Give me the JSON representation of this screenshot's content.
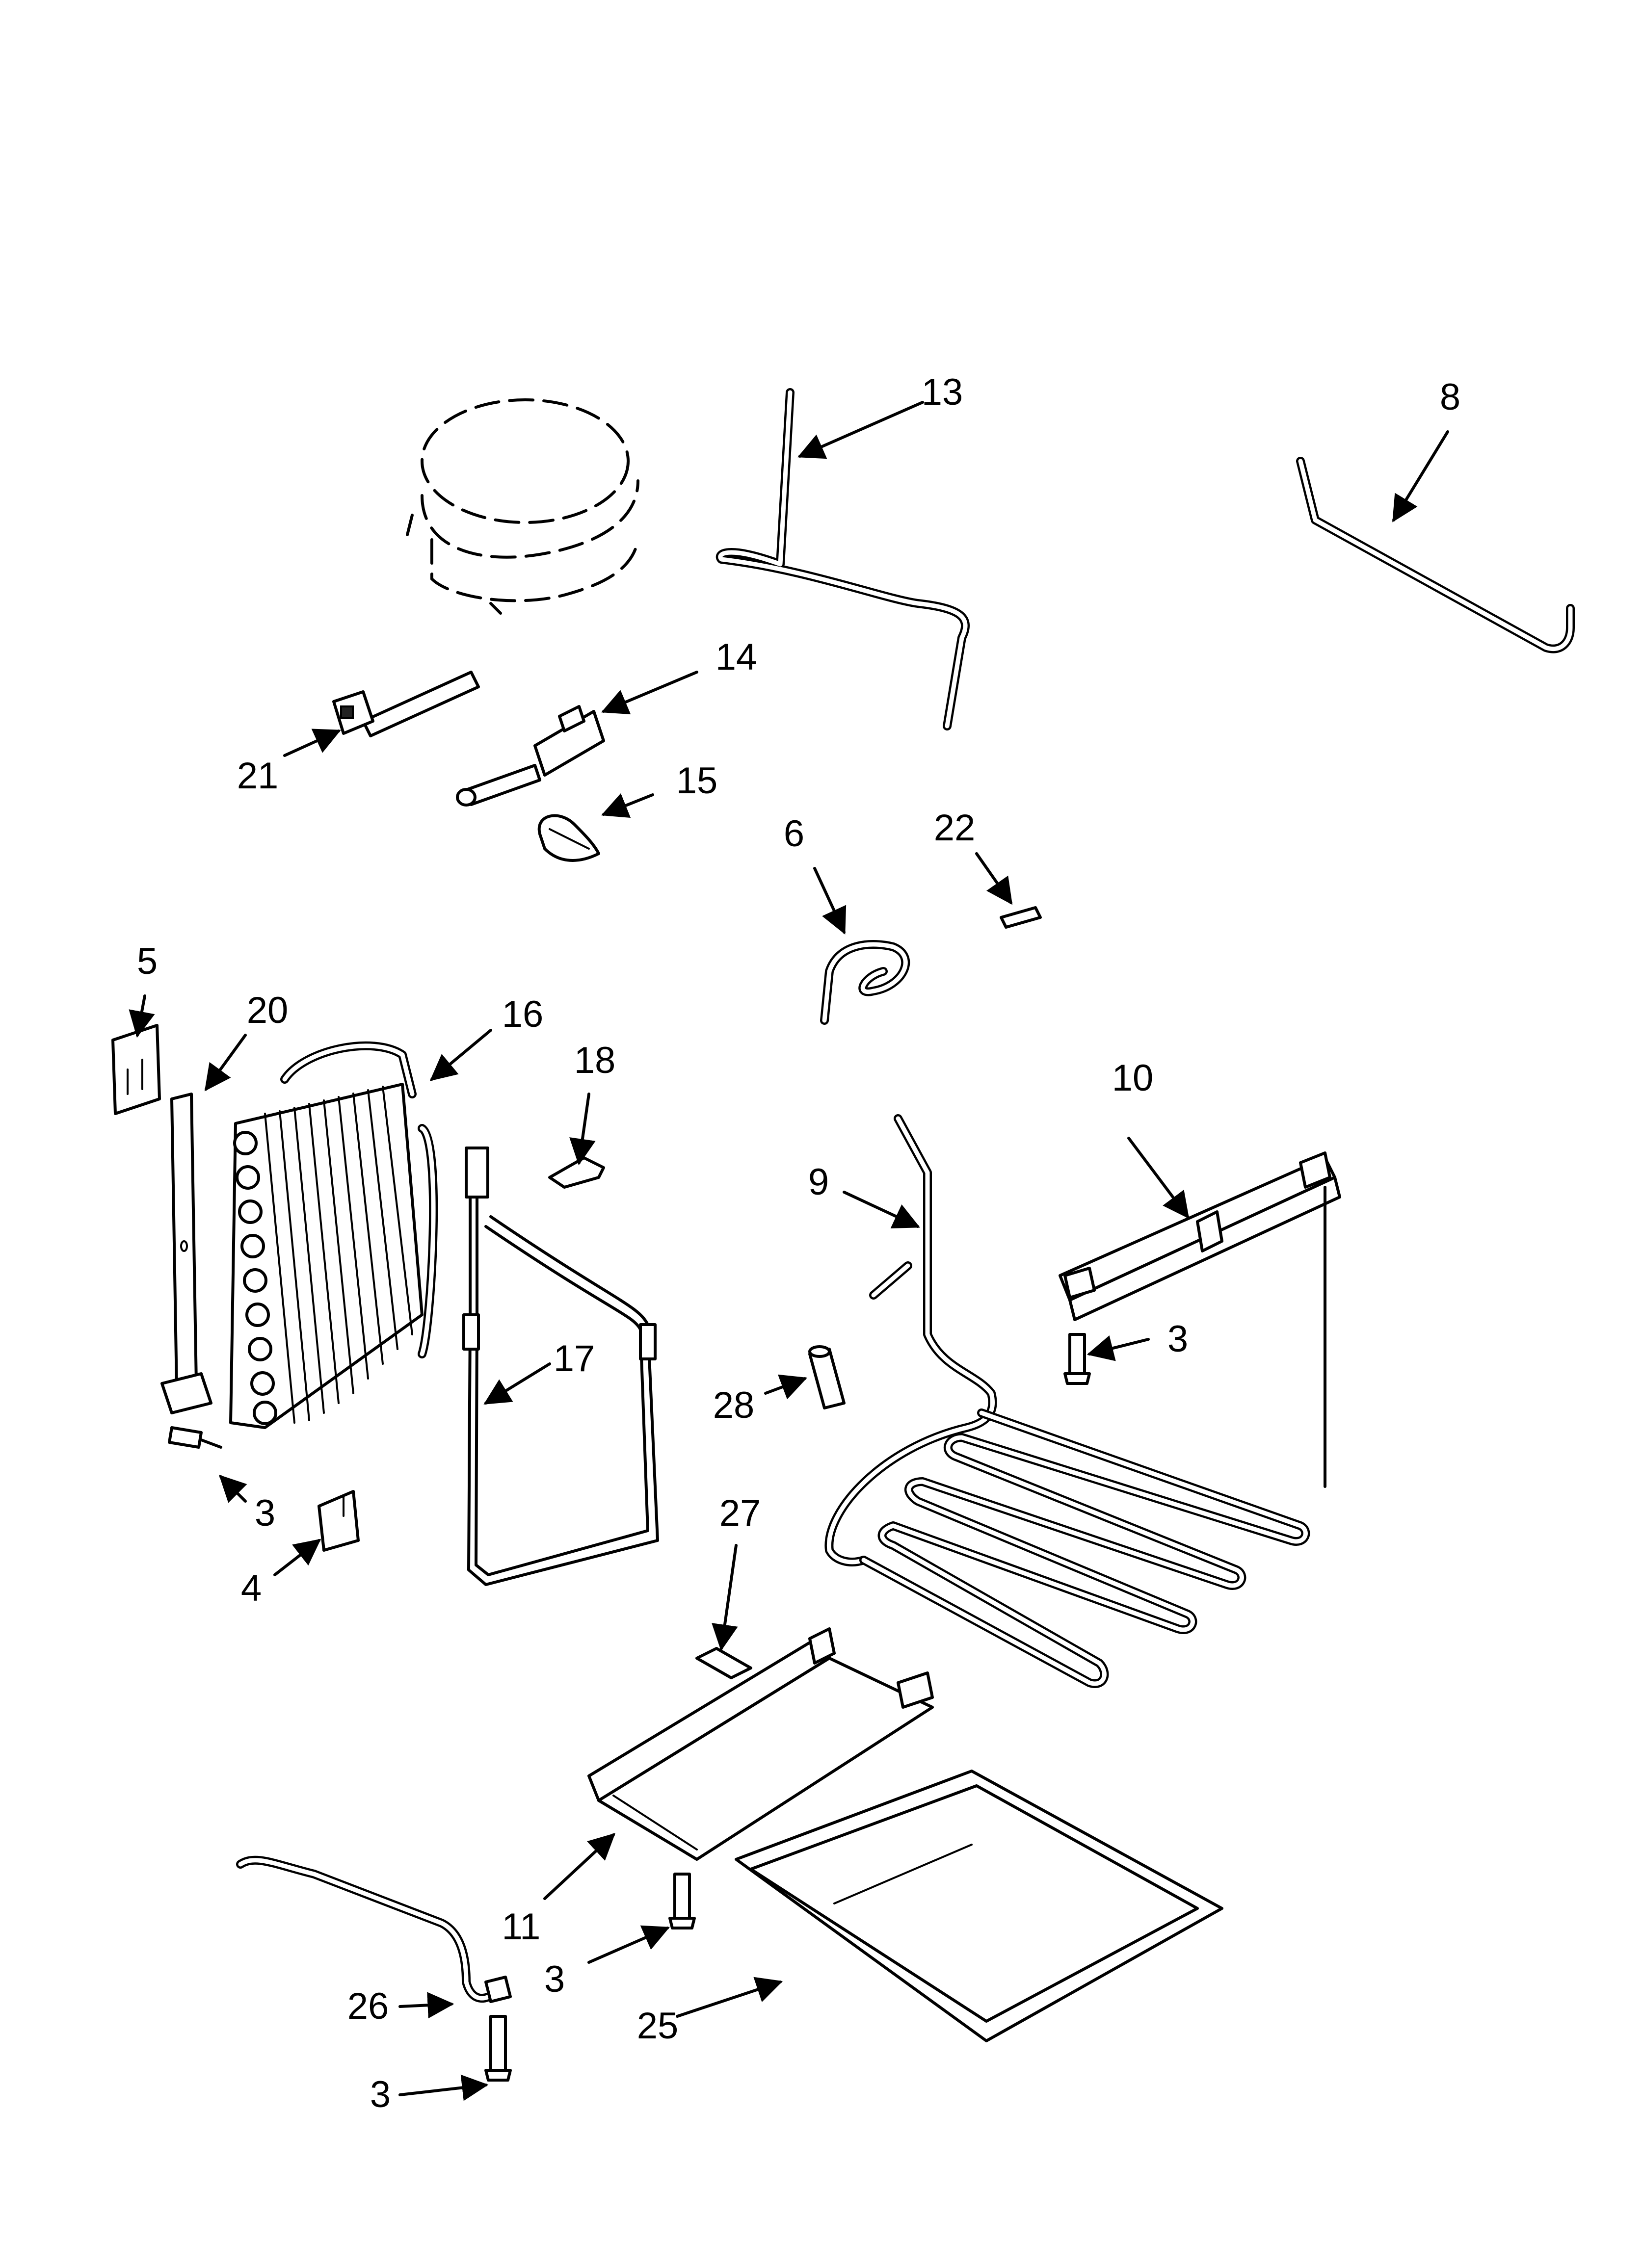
{
  "callouts": [
    {
      "id": "13",
      "label": "13"
    },
    {
      "id": "8",
      "label": "8"
    },
    {
      "id": "14",
      "label": "14"
    },
    {
      "id": "21",
      "label": "21"
    },
    {
      "id": "15",
      "label": "15"
    },
    {
      "id": "6",
      "label": "6"
    },
    {
      "id": "22",
      "label": "22"
    },
    {
      "id": "5",
      "label": "5"
    },
    {
      "id": "20",
      "label": "20"
    },
    {
      "id": "16",
      "label": "16"
    },
    {
      "id": "18",
      "label": "18"
    },
    {
      "id": "10",
      "label": "10"
    },
    {
      "id": "9",
      "label": "9"
    },
    {
      "id": "17",
      "label": "17"
    },
    {
      "id": "3a",
      "label": "3"
    },
    {
      "id": "28",
      "label": "28"
    },
    {
      "id": "3b",
      "label": "3"
    },
    {
      "id": "4",
      "label": "4"
    },
    {
      "id": "27",
      "label": "27"
    },
    {
      "id": "11",
      "label": "11"
    },
    {
      "id": "3c",
      "label": "3"
    },
    {
      "id": "26",
      "label": "26"
    },
    {
      "id": "25",
      "label": "25"
    },
    {
      "id": "3d",
      "label": "3"
    }
  ]
}
